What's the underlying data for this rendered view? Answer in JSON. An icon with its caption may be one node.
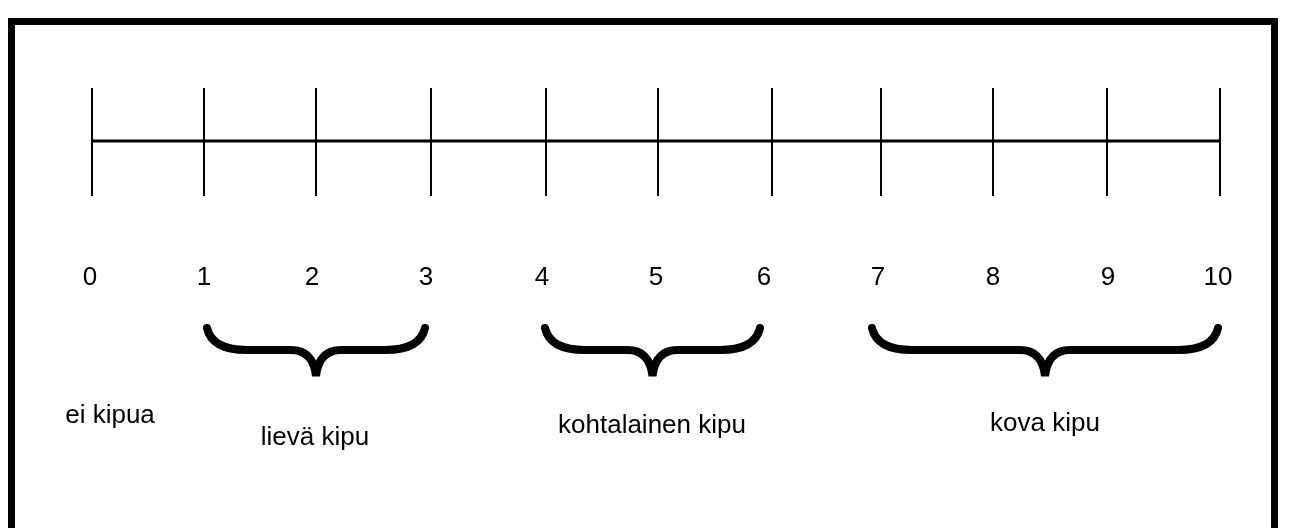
{
  "diagram": {
    "labels": [
      "0",
      "1",
      "2",
      "3",
      "4",
      "5",
      "6",
      "7",
      "8",
      "9",
      "10",
      "ei kipua",
      "lievä kipu",
      "kohtalainen kipu",
      "kova kipu"
    ]
  }
}
